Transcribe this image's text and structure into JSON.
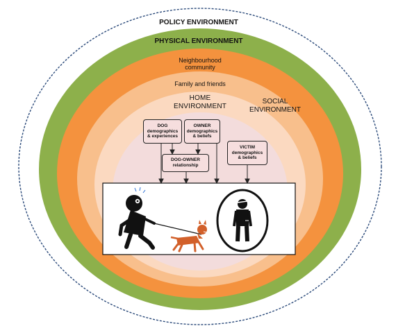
{
  "colors": {
    "outer_bg": "#ffffff",
    "policy_border": "#2b4a7a",
    "physical_ring": "#8db04b",
    "social_ring": "#f4923e",
    "family_ring": "#f8bf8c",
    "inner_light": "#fbd9c0",
    "home_core": "#f3dcdc",
    "dog_color": "#d2602a"
  },
  "rings": {
    "policy": "POLICY ENVIRONMENT",
    "physical": "PHYSICAL ENVIRONMENT",
    "neighbourhood_line1": "Neighbourhood",
    "neighbourhood_line2": "community",
    "family": "Family and friends",
    "home_line1": "HOME",
    "home_line2": "ENVIRONMENT",
    "social_line1": "SOCIAL",
    "social_line2": "ENVIRONMENT"
  },
  "boxes": {
    "dog": {
      "name": "DOG",
      "line2": "demographics",
      "line3": "& experiences"
    },
    "owner": {
      "name": "OWNER",
      "line2": "demographics",
      "line3": "& beliefs"
    },
    "relationship": {
      "name": "DOG-OWNER",
      "line2": "relationship"
    },
    "victim": {
      "name": "VICTIM",
      "line2": "demographics",
      "line3": "& beliefs"
    }
  },
  "icons": [
    "owner-figure",
    "dog-figure",
    "victim-figure",
    "arrow-icon"
  ]
}
